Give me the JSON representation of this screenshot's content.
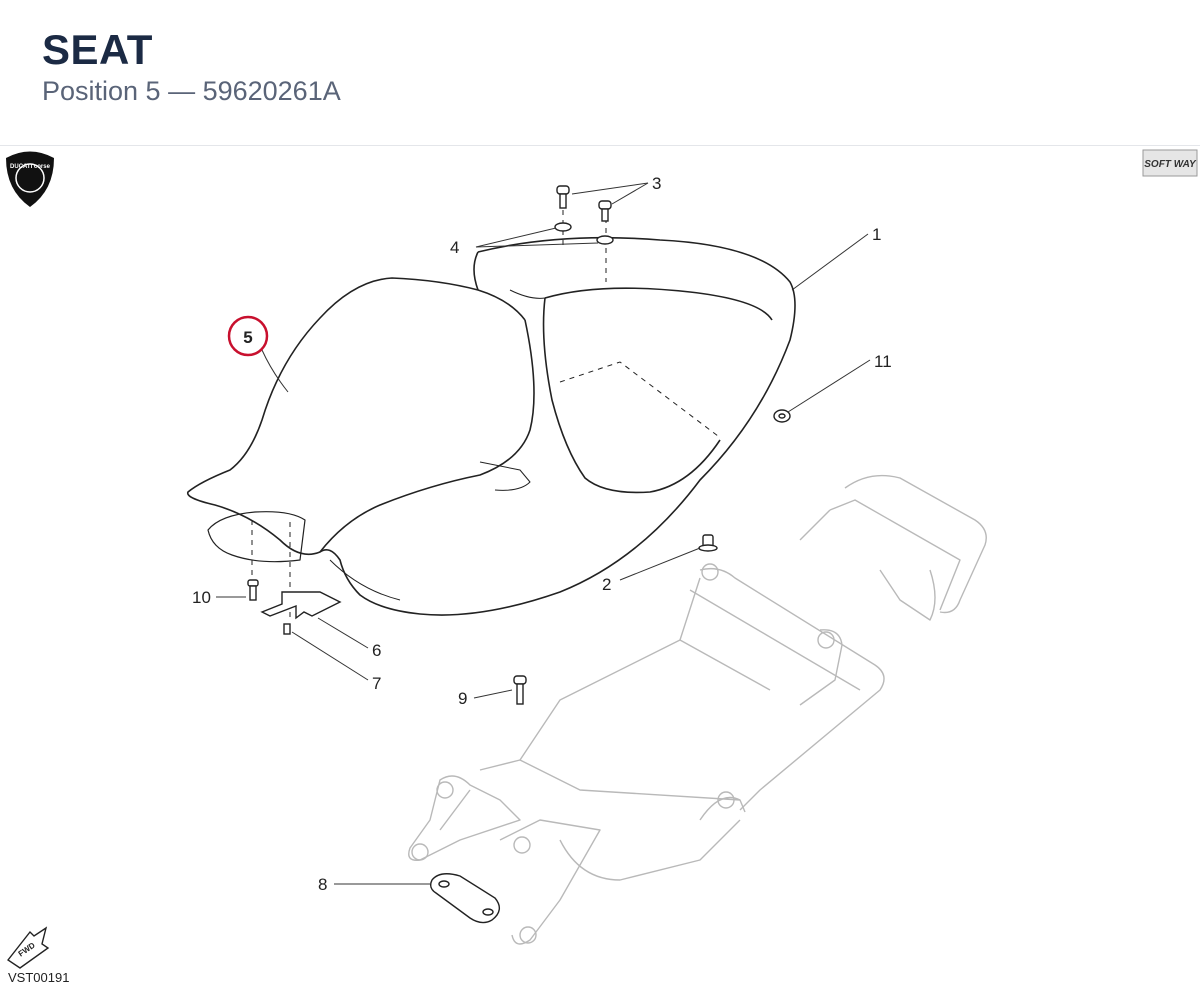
{
  "header": {
    "title": "SEAT",
    "subtitle": "Position 5 — 59620261A"
  },
  "logos": {
    "brand": "DUCATI corse",
    "software": "SOFT WAY",
    "forward": "FWD"
  },
  "callouts": {
    "c1": "1",
    "c2": "2",
    "c3": "3",
    "c4": "4",
    "c5": "5",
    "c6": "6",
    "c7": "7",
    "c8": "8",
    "c9": "9",
    "c10": "10",
    "c11": "11"
  },
  "highlight_color": "#c8102e",
  "diagram_code": "VST00191"
}
